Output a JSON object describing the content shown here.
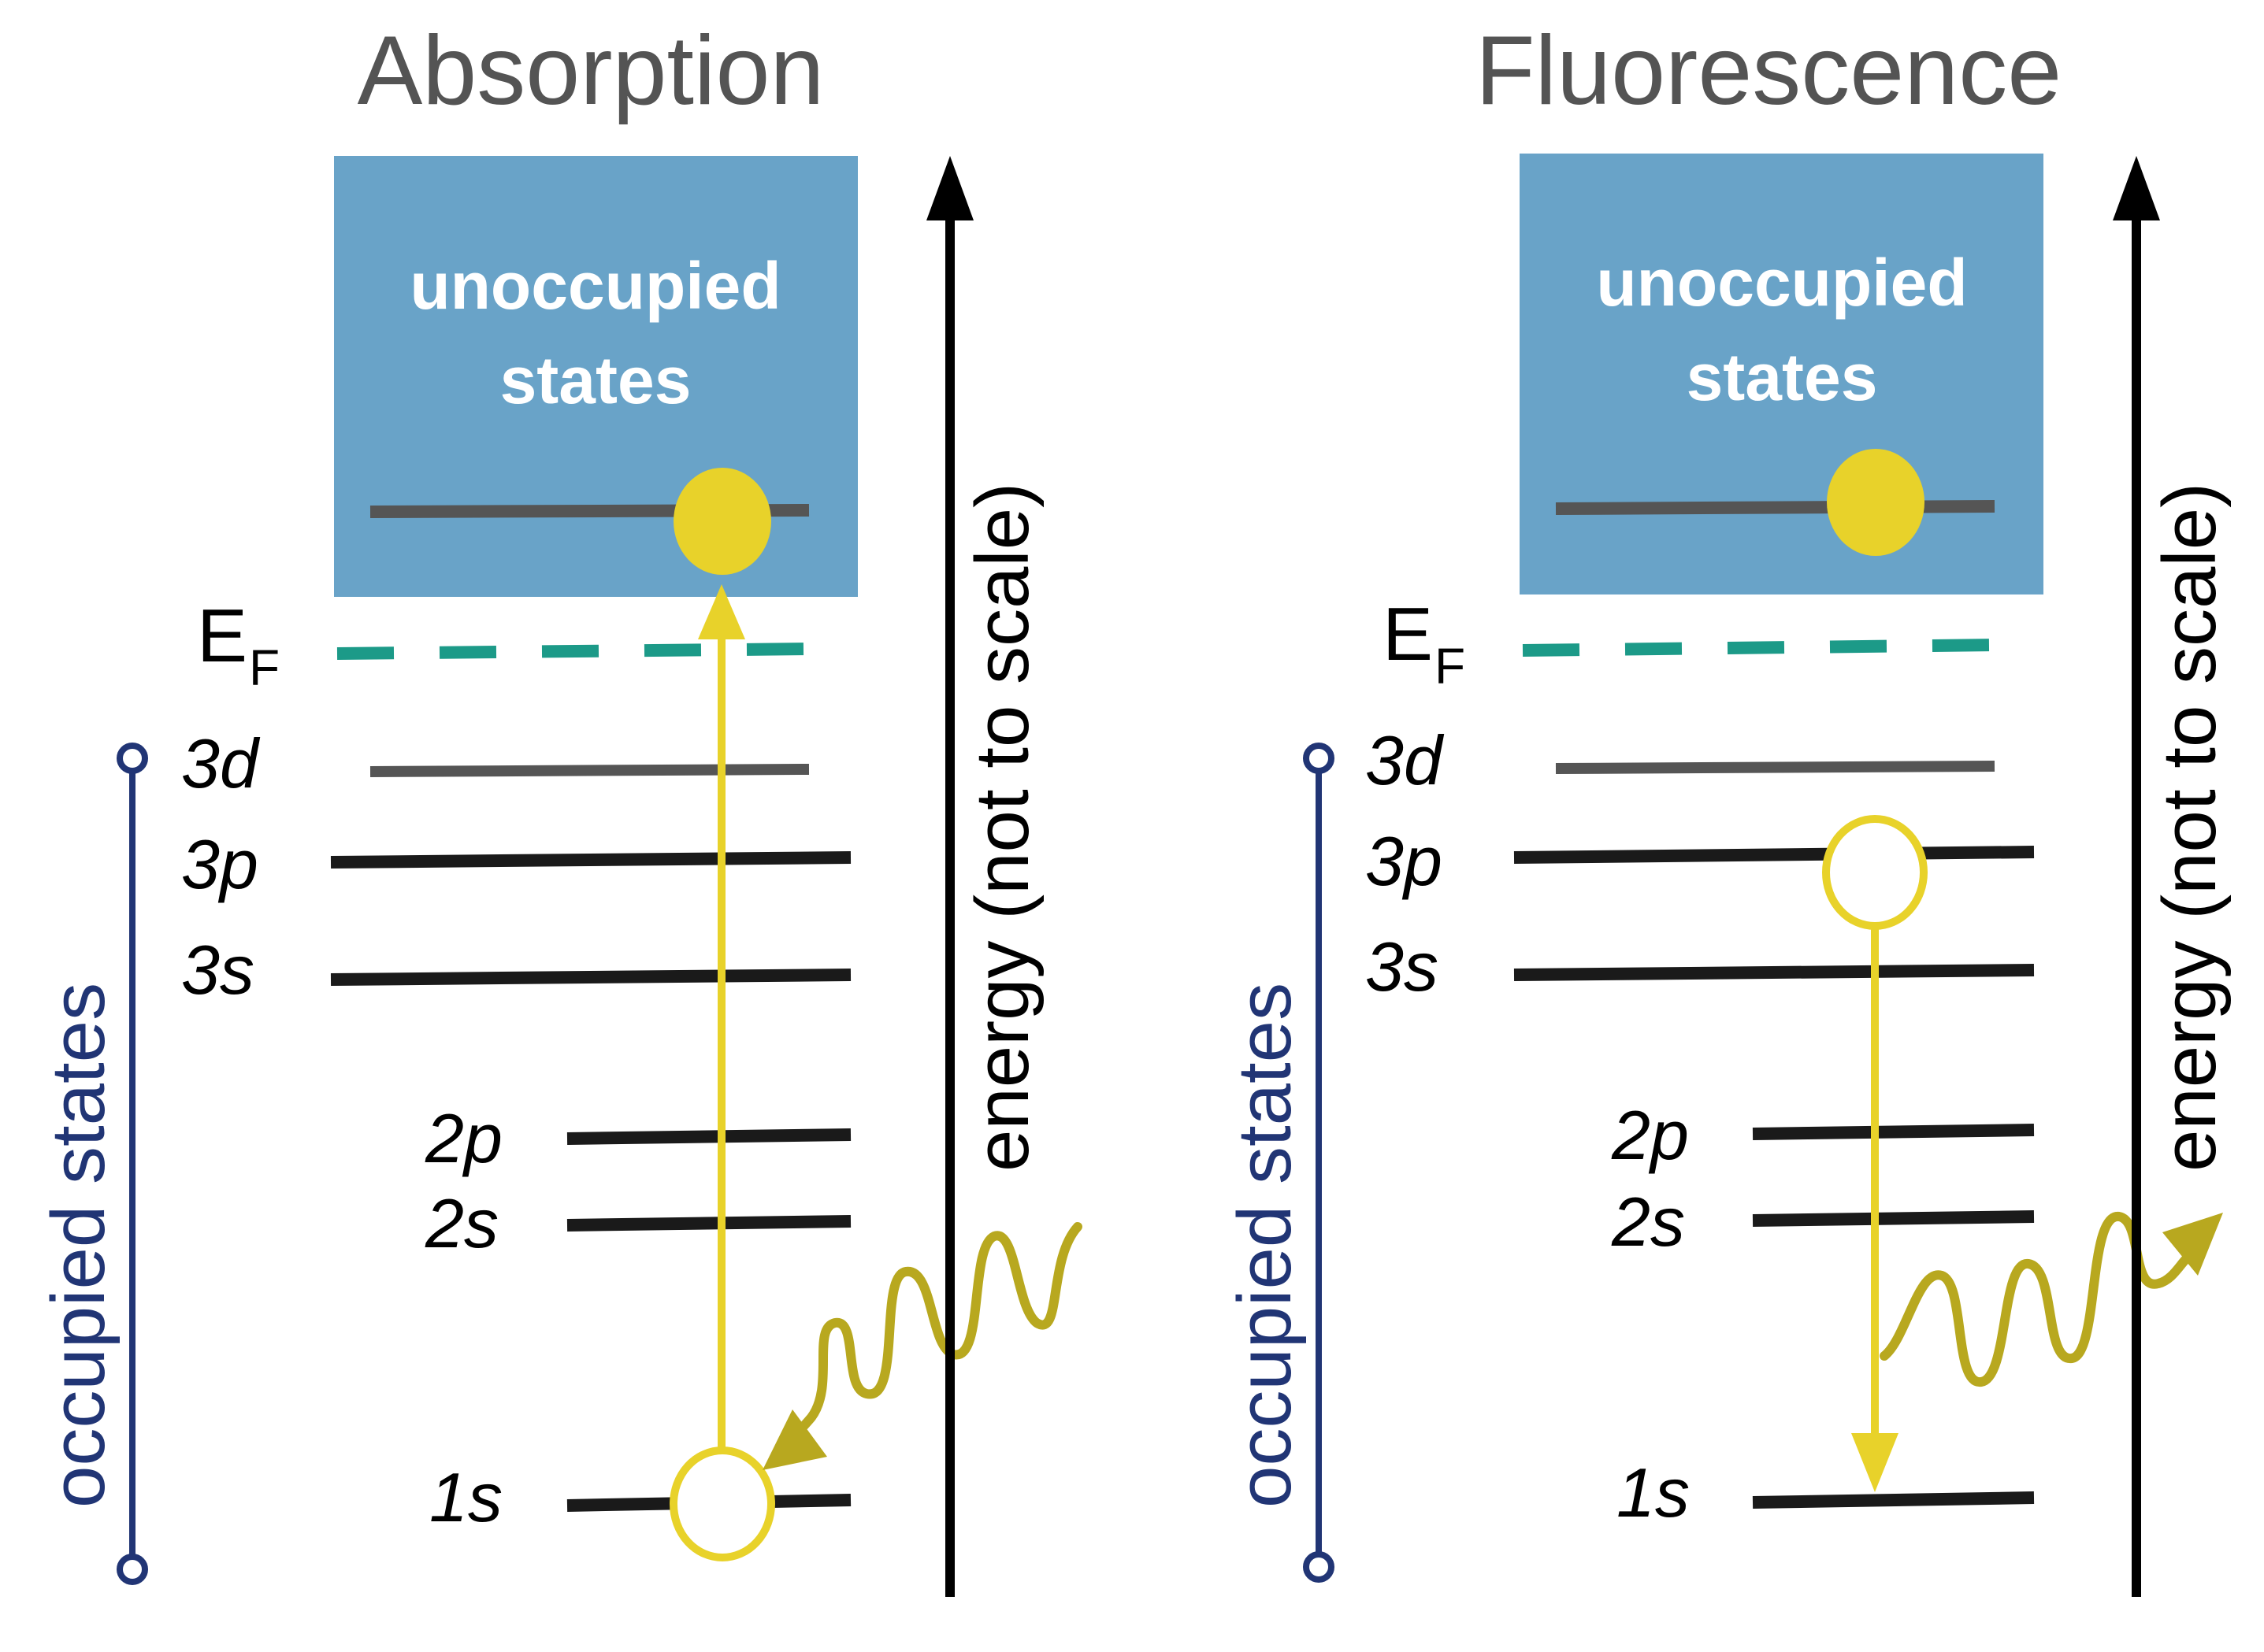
{
  "colors": {
    "box_fill": "#69a3c8",
    "dark_level": "#1a1a1a",
    "gray_level": "#555555",
    "fermi_dash": "#1c9a88",
    "electron_yellow": "#e8d22a",
    "photon_olive": "#b8a81f",
    "occupied_blue": "#213575",
    "title_gray": "#545454"
  },
  "panels": [
    {
      "title": "Absorption",
      "box_line1": "unoccupied",
      "box_line2": "states",
      "fermi_main": "E",
      "fermi_sub": "F",
      "levels": [
        "3d",
        "3p",
        "3s",
        "2p",
        "2s",
        "1s"
      ],
      "axis_label": "energy (not to scale)",
      "occupied_label": "occupied states"
    },
    {
      "title": "Fluorescence",
      "box_line1": "unoccupied",
      "box_line2": "states",
      "fermi_main": "E",
      "fermi_sub": "F",
      "levels": [
        "3d",
        "3p",
        "3s",
        "2p",
        "2s",
        "1s"
      ],
      "axis_label": "energy (not to scale)",
      "occupied_label": "occupied states"
    }
  ]
}
